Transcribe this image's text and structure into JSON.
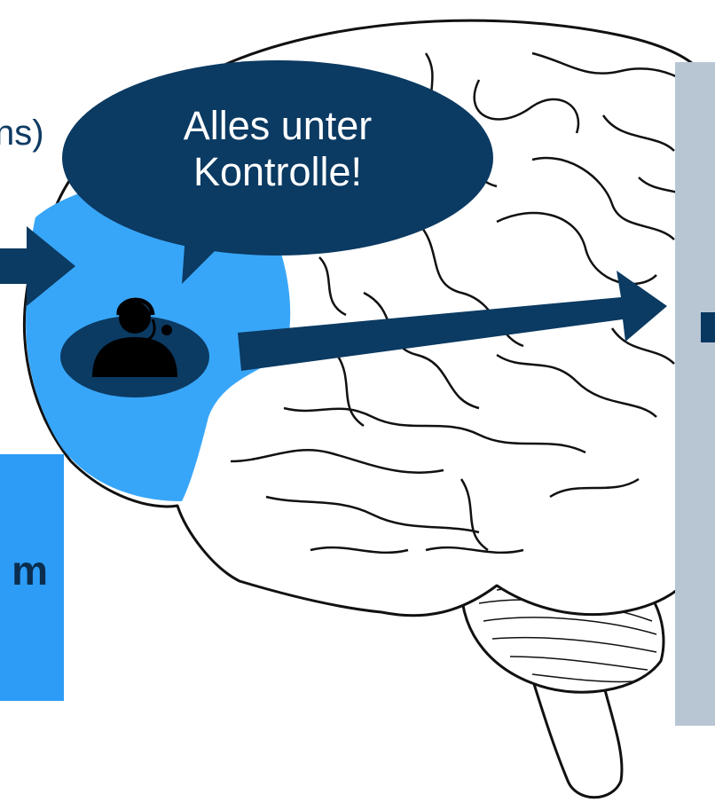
{
  "left_partial_text": "ns)",
  "speech_bubble": {
    "line1": "Alles unter",
    "line2": "Kontrolle!"
  },
  "left_box": {
    "partial_text": "m"
  },
  "colors": {
    "dark_navy": "#0b3a62",
    "light_blue": "#2c9cf7",
    "panel_gray": "#b8c6d4",
    "brain_outline": "#111111"
  },
  "icons": {
    "operator": "headset-person-icon"
  }
}
